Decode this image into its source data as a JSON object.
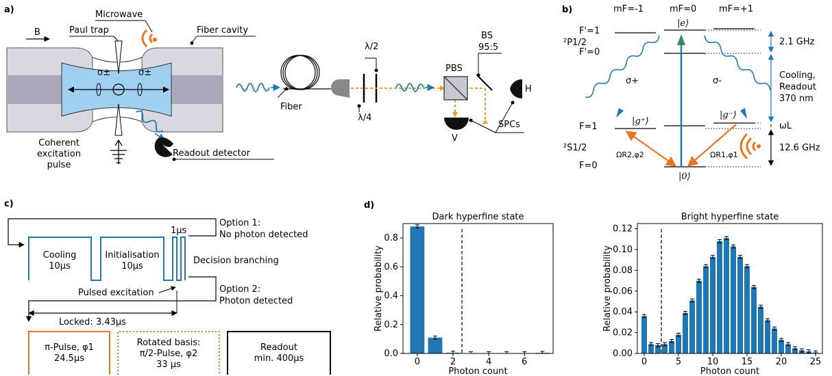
{
  "panel_labels": {
    "a": "a)",
    "b": "b)",
    "c": "c)",
    "d": "d)"
  },
  "panel_a": {
    "field": "B",
    "paul_trap": "Paul trap",
    "microwave": "Microwave",
    "fiber_cavity": "Fiber cavity",
    "sigma_left": "σ±",
    "sigma_right": "σ±",
    "fiber": "Fiber",
    "half_wave": "λ/2",
    "quarter_wave": "λ/4",
    "pbs": "PBS",
    "bs_line1": "BS",
    "bs_line2": "95:5",
    "detector_h": "H",
    "detector_v": "V",
    "spcs": "SPCs",
    "coherent_line1": "Coherent",
    "coherent_line2": "excitation",
    "coherent_line3": "pulse",
    "readout_detector": "Readout detector"
  },
  "panel_b": {
    "mf_minus": "mF=-1",
    "mf_zero": "mF=0",
    "mf_plus": "mF=+1",
    "p_state": "²P1/2",
    "s_state": "²S1/2",
    "f1_prime": "F'=1",
    "f0_prime": "F'=0",
    "f1": "F=1",
    "f0": "F=0",
    "ket_e": "|e⟩",
    "ket_gplus": "|g⁺⟩",
    "ket_gminus": "|g⁻⟩",
    "ket_0": "|0⟩",
    "sigma_plus": "σ+",
    "sigma_minus": "σ-",
    "freq_p": "2.1 GHz",
    "cooling_line1": "Cooling,",
    "cooling_line2": "Readout",
    "cooling_line3": "370 nm",
    "omega_l": "ωL",
    "freq_s": "12.6 GHz",
    "omega_r2": "ΩR2,φ2",
    "omega_r1": "ΩR1,φ1"
  },
  "panel_c": {
    "cooling_line1": "Cooling",
    "cooling_line2": "10μs",
    "init_line1": "Initialisation",
    "init_line2": "10μs",
    "one_us": "1μs",
    "option1_line1": "Option 1:",
    "option1_line2": "No photon detected",
    "decision": "Decision branching",
    "pulsed": "Pulsed excitation",
    "option2_line1": "Option 2:",
    "option2_line2": "Photon detected",
    "locked": "Locked: 3.43μs",
    "pi_line1": "π-Pulse, φ1",
    "pi_line2": "24.5μs",
    "rot_line1": "Rotated basis:",
    "rot_line2": "π/2-Pulse, φ2",
    "rot_line3": "33 μs",
    "readout_line1": "Readout",
    "readout_line2": "min. 400μs"
  },
  "colors": {
    "blue": "#1f77b4",
    "orange": "#f0731f",
    "cavity": "#9fd0ef",
    "gray": "#d8d8e0"
  },
  "chart_data": [
    {
      "type": "bar",
      "title": "Dark hyperfine state",
      "xlabel": "Photon count",
      "ylabel": "Relative probability",
      "x": [
        0,
        1,
        2,
        3,
        4,
        5,
        6,
        7
      ],
      "values": [
        0.88,
        0.11,
        0.005,
        0.001,
        0.001,
        0.001,
        0.001,
        0.004
      ],
      "xlim": [
        -0.8,
        7.6
      ],
      "ylim": [
        0,
        0.9
      ],
      "xticks": [
        0,
        2,
        4,
        6
      ],
      "yticks": [
        0.0,
        0.2,
        0.4,
        0.6,
        0.8
      ],
      "threshold": 2.5,
      "color": "#1f77b4"
    },
    {
      "type": "bar",
      "title": "Bright hyperfine state",
      "xlabel": "Photon count",
      "ylabel": "Relative probability",
      "x": [
        0,
        1,
        2,
        3,
        4,
        5,
        6,
        7,
        8,
        9,
        10,
        11,
        12,
        13,
        14,
        15,
        16,
        17,
        18,
        19,
        20,
        21,
        22,
        23,
        24,
        25
      ],
      "values": [
        0.036,
        0.009,
        0.008,
        0.009,
        0.012,
        0.018,
        0.039,
        0.051,
        0.07,
        0.084,
        0.093,
        0.108,
        0.111,
        0.103,
        0.093,
        0.084,
        0.064,
        0.045,
        0.032,
        0.024,
        0.013,
        0.009,
        0.005,
        0.003,
        0.002,
        0.001
      ],
      "xlim": [
        -1,
        26
      ],
      "ylim": [
        0,
        0.125
      ],
      "xticks": [
        0,
        5,
        10,
        15,
        20,
        25
      ],
      "yticks": [
        0.0,
        0.02,
        0.04,
        0.06,
        0.08,
        0.1,
        0.12
      ],
      "threshold": 2.5,
      "color": "#1f77b4"
    }
  ]
}
